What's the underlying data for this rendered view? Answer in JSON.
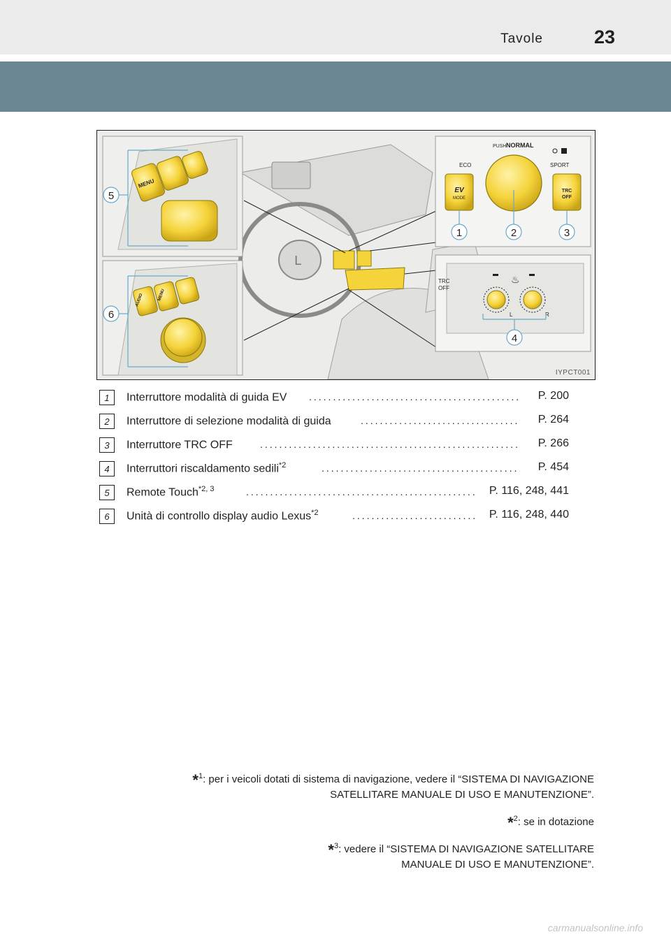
{
  "header": {
    "section_title": "Tavole",
    "page_number": "23"
  },
  "figure": {
    "code": "IYPCT001",
    "callouts": [
      "1",
      "2",
      "3",
      "4",
      "5",
      "6"
    ],
    "labels": {
      "push": "PUSH",
      "normal": "NORMAL",
      "eco": "ECO",
      "sport": "SPORT",
      "ev": "EV",
      "mode": "MODE",
      "trc": "TRC",
      "off": "OFF",
      "menu": "MENU",
      "audio": "AUDIO",
      "left": "L",
      "right": "R"
    }
  },
  "index": [
    {
      "num": "1",
      "label": "Interruttore modalità di guida EV",
      "sup": "",
      "page": "P. 200"
    },
    {
      "num": "2",
      "label": "Interruttore di selezione modalità di guida",
      "sup": "",
      "page": "P. 264"
    },
    {
      "num": "3",
      "label": "Interruttore TRC OFF",
      "sup": "",
      "page": "P. 266"
    },
    {
      "num": "4",
      "label": "Interruttori riscaldamento sedili",
      "sup": "*2",
      "page": "P. 454"
    },
    {
      "num": "5",
      "label": "Remote Touch",
      "sup": "*2, 3",
      "page": "P. 116, 248, 441"
    },
    {
      "num": "6",
      "label": "Unità di controllo display audio Lexus",
      "sup": "*2",
      "page": "P. 116, 248, 440"
    }
  ],
  "footnotes": [
    {
      "mark": "*",
      "num": "1",
      "line1": ": per i veicoli dotati di sistema di navigazione, vedere il “SISTEMA DI NAVIGAZIONE",
      "line2": "SATELLITARE MANUALE DI USO E MANUTENZIONE”."
    },
    {
      "mark": "*",
      "num": "2",
      "line1": ": se in dotazione",
      "line2": ""
    },
    {
      "mark": "*",
      "num": "3",
      "line1": ": vedere il “SISTEMA DI NAVIGAZIONE SATELLITARE",
      "line2": "MANUALE DI USO E MANUTENZIONE”."
    }
  ],
  "watermark": "carmanualsonline.info",
  "colors": {
    "header_bar": "#6b8794",
    "highlight": "#f5d33a",
    "line": "#6ba7c9"
  }
}
